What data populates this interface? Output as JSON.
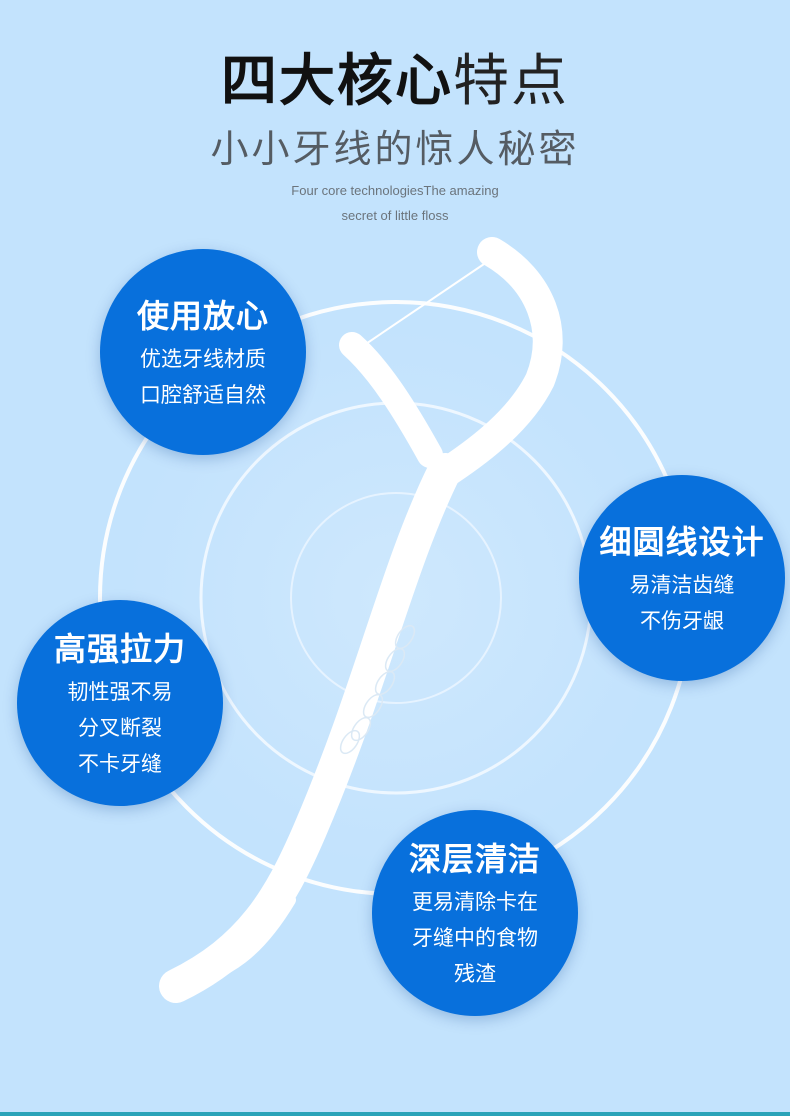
{
  "header": {
    "title_bold": "四大核心",
    "title_light": "特点",
    "subtitle": "小小牙线的惊人秘密",
    "english_line1": "Four core technologiesThe amazing",
    "english_line2": "secret of little floss"
  },
  "features": [
    {
      "title": "使用放心",
      "lines": [
        "优选牙线材质",
        "口腔舒适自然"
      ]
    },
    {
      "title": "细圆线设计",
      "lines": [
        "易清洁齿缝",
        "不伤牙龈"
      ]
    },
    {
      "title": "高强拉力",
      "lines": [
        "韧性强不易",
        "分叉断裂",
        "不卡牙缝"
      ]
    },
    {
      "title": "深层清洁",
      "lines": [
        "更易清除卡在",
        "牙缝中的食物",
        "残渣"
      ]
    }
  ],
  "colors": {
    "background": "#c3e3fd",
    "bubble": "#0870dc",
    "bar": "#2aa3b8"
  }
}
